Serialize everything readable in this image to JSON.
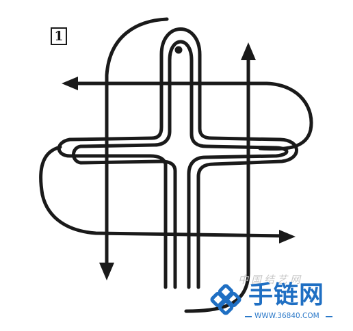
{
  "step": {
    "number": "1"
  },
  "watermark": {
    "brand": "手链网",
    "url": "WWW.36840.COM",
    "subtitle": "中国结艺网",
    "logo_icon": "knot-logo-icon",
    "color": "#1f6fc3"
  },
  "colors": {
    "ink": "#1a1a1a",
    "background": "#ffffff"
  },
  "icons": [
    "arrow-left-icon",
    "arrow-right-icon",
    "arrow-up-icon",
    "arrow-down-icon"
  ]
}
